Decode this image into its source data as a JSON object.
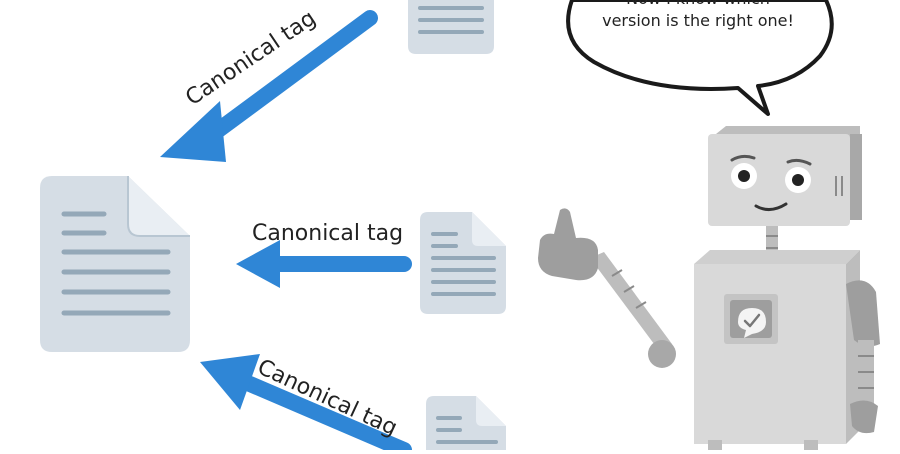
{
  "labels": {
    "top_arrow": "Canonical tag",
    "middle_arrow": "Canonical tag",
    "bottom_arrow": "Canonical tag"
  },
  "speech_bubble": {
    "line1": "Now I know which",
    "line2": "version is the right one!"
  },
  "colors": {
    "arrow": "#2f86d6",
    "doc_fill": "#d5dde5",
    "doc_fold": "#e9eef3",
    "doc_lines": "#94a8b8",
    "robot_light": "#d9d9d9",
    "robot_mid": "#bdbdbd",
    "robot_dark": "#8a8a8a"
  }
}
